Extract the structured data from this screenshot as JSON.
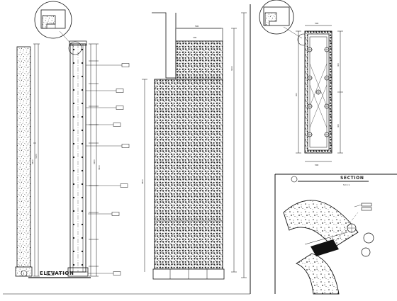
{
  "elevation": {
    "title": "ELEVATION",
    "marker": "1",
    "dims": {
      "left_strip_total": "3600",
      "left_strip_inner": "3120",
      "column_total": "3600",
      "column_inner": "3260",
      "panel_height": "3600",
      "panel_upper": "3000",
      "panel_top": "100",
      "panel_width": "500"
    }
  },
  "section": {
    "title": "SECTION",
    "scale": "S=1:1",
    "dims": {
      "top_width": "500",
      "overall_height": "900",
      "inner_a": "400",
      "inner_b": "400",
      "bottom_width": "500"
    }
  },
  "detail": {}
}
